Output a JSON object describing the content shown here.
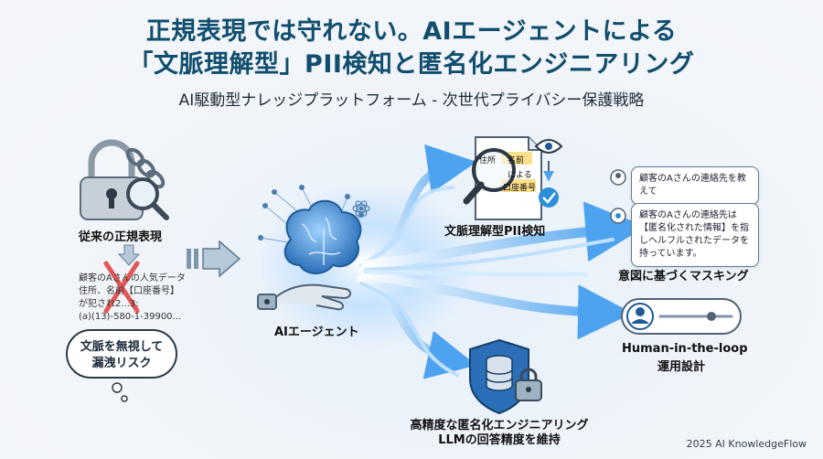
{
  "header": {
    "title_line1": "正規表現では守れない。AIエージェントによる",
    "title_line2": "「文脈理解型」PII検知と匿名化エンジニアリング",
    "subtitle": "AI駆動型ナレッジプラットフォーム - 次世代プライバシー保護戦略"
  },
  "legacy": {
    "label": "従来の正規表現",
    "doc_text": "顧客のAさんの人気データ\n住所、名前【口座番号】\nが犯され2...3:\n(a)(13)-580-1-39900...",
    "risk_line1": "文脈を無視して",
    "risk_line2": "漏洩リスク"
  },
  "agent": {
    "label": "AIエージェント"
  },
  "detection": {
    "label": "文脈理解型PII検知",
    "doc_word1": "住所",
    "doc_word2": "名前",
    "doc_word3": "による",
    "doc_word4": "口座番号"
  },
  "masking": {
    "label": "意図に基づくマスキング",
    "query": "顧客のAさんの連絡先を教えて",
    "reply": "顧客のAさんの連絡先は【匿名化された情報】を指しヘルフルされたデータを持っています。"
  },
  "hitl": {
    "label_line1": "Human-in-the-loop",
    "label_line2": "運用設計"
  },
  "anonymization": {
    "label_line1": "高精度な匿名化エンジニアリング",
    "label_line2": "LLMの回答精度を維持"
  },
  "footer": "2025 AI KnowledgeFlow",
  "colors": {
    "title": "#114e6e",
    "flow": "#4da3ef",
    "flow_light": "#bfe0ff",
    "danger": "#e23b3b",
    "check": "#2a8fd8"
  }
}
